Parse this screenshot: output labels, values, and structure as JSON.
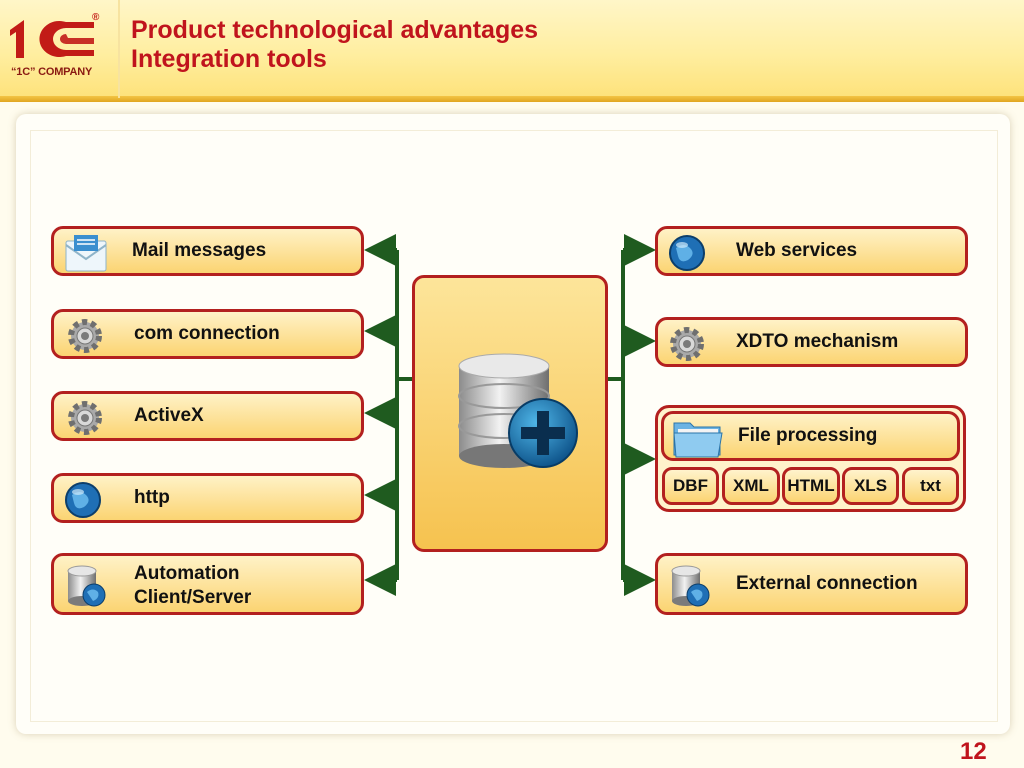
{
  "header": {
    "title_line1": "Product technological advantages",
    "title_line2": "Integration tools",
    "logo_text": "1C",
    "logo_company": "“1C” COMPANY",
    "logo_reg": "®"
  },
  "center": {
    "icon": "database-plus-icon"
  },
  "left_items": [
    {
      "label": "Mail messages",
      "icon": "envelope-icon"
    },
    {
      "label": "com connection",
      "icon": "gear-icon"
    },
    {
      "label": "ActiveX",
      "icon": "gear-icon"
    },
    {
      "label": "http",
      "icon": "globe-icon"
    },
    {
      "label": "Automation",
      "label2": "Client/Server",
      "icon": "database-globe-icon"
    }
  ],
  "right_items": [
    {
      "label": "Web services",
      "icon": "globe-icon"
    },
    {
      "label": "XDTO mechanism",
      "icon": "gear-icon"
    },
    {
      "label": "File processing",
      "icon": "folder-icon"
    },
    {
      "label": "External connection",
      "icon": "database-globe-icon"
    }
  ],
  "file_formats": [
    "DBF",
    "XML",
    "HTML",
    "XLS",
    "txt"
  ],
  "colors": {
    "accent_red": "#c0141d",
    "border_red": "#b3201f",
    "connector_green": "#1f5b1f",
    "box_fill": "#fbd472"
  },
  "page_number": "12"
}
